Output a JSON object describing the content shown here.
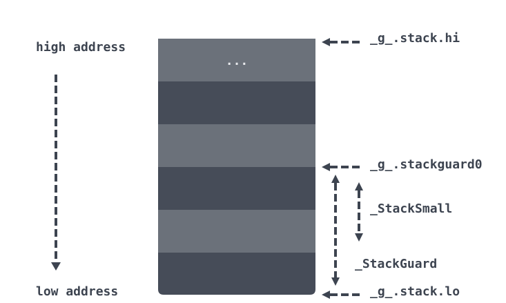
{
  "labels": {
    "high_address": "high address",
    "low_address": "low address",
    "stack_hi": "_g_.stack.hi",
    "stackguard0": "_g_.stackguard0",
    "stack_small": "_StackSmall",
    "stack_guard": "_StackGuard",
    "stack_lo": "_g_.stack.lo",
    "ellipsis": "..."
  },
  "colors": {
    "band_light": "#6b717a",
    "band_dark": "#464c58",
    "arrow": "#3d4450",
    "text": "#3d4450"
  }
}
